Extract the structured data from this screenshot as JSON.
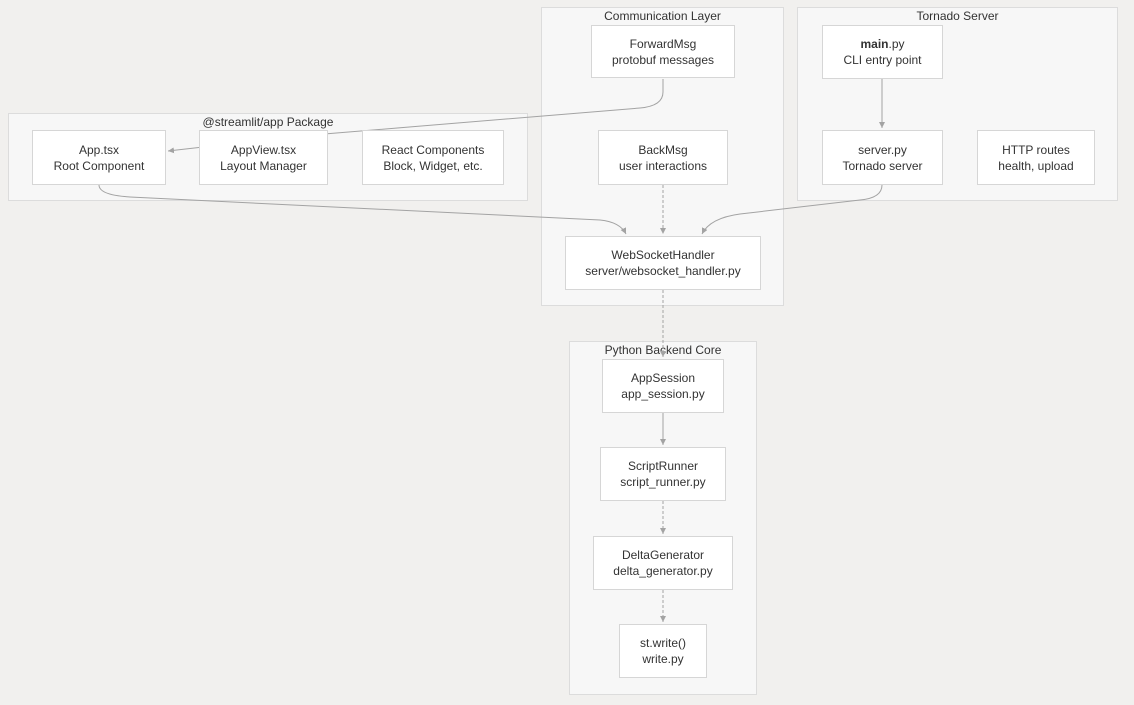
{
  "groups": {
    "communication": {
      "title": "Communication Layer"
    },
    "tornado": {
      "title": "Tornado Server"
    },
    "frontend": {
      "title": "@streamlit/app Package"
    },
    "backend": {
      "title": "Python Backend Core"
    }
  },
  "nodes": {
    "forwardmsg": {
      "line1": "ForwardMsg",
      "line2": "protobuf messages"
    },
    "backmsg": {
      "line1": "BackMsg",
      "line2": "user interactions"
    },
    "websocket": {
      "line1": "WebSocketHandler",
      "line2": "server/websocket_handler.py"
    },
    "main": {
      "bold": "main",
      "suffix": ".py",
      "line2": "CLI entry point"
    },
    "server": {
      "line1": "server.py",
      "line2": "Tornado server"
    },
    "http": {
      "line1": "HTTP routes",
      "line2": "health, upload"
    },
    "apptsx": {
      "line1": "App.tsx",
      "line2": "Root Component"
    },
    "appview": {
      "line1": "AppView.tsx",
      "line2": "Layout Manager"
    },
    "react": {
      "line1": "React Components",
      "line2": "Block, Widget, etc."
    },
    "appsession": {
      "line1": "AppSession",
      "line2": "app_session.py"
    },
    "scriptrunner": {
      "line1": "ScriptRunner",
      "line2": "script_runner.py"
    },
    "deltagen": {
      "line1": "DeltaGenerator",
      "line2": "delta_generator.py"
    },
    "stwrite": {
      "line1": "st.write()",
      "line2": "write.py"
    }
  },
  "edges": [
    {
      "from": "forwardmsg",
      "to": "apptsx",
      "style": "solid"
    },
    {
      "from": "main",
      "to": "server",
      "style": "solid"
    },
    {
      "from": "apptsx",
      "to": "websocket",
      "style": "solid"
    },
    {
      "from": "backmsg",
      "to": "websocket",
      "style": "dashed"
    },
    {
      "from": "server",
      "to": "websocket",
      "style": "solid"
    },
    {
      "from": "websocket",
      "to": "appsession",
      "style": "dashed"
    },
    {
      "from": "appsession",
      "to": "scriptrunner",
      "style": "solid"
    },
    {
      "from": "scriptrunner",
      "to": "deltagen",
      "style": "dashed"
    },
    {
      "from": "deltagen",
      "to": "stwrite",
      "style": "dashed"
    }
  ],
  "colors": {
    "background": "#f1f0ee",
    "group_fill": "#f7f7f7",
    "node_fill": "#ffffff",
    "edge": "#a3a3a3"
  }
}
